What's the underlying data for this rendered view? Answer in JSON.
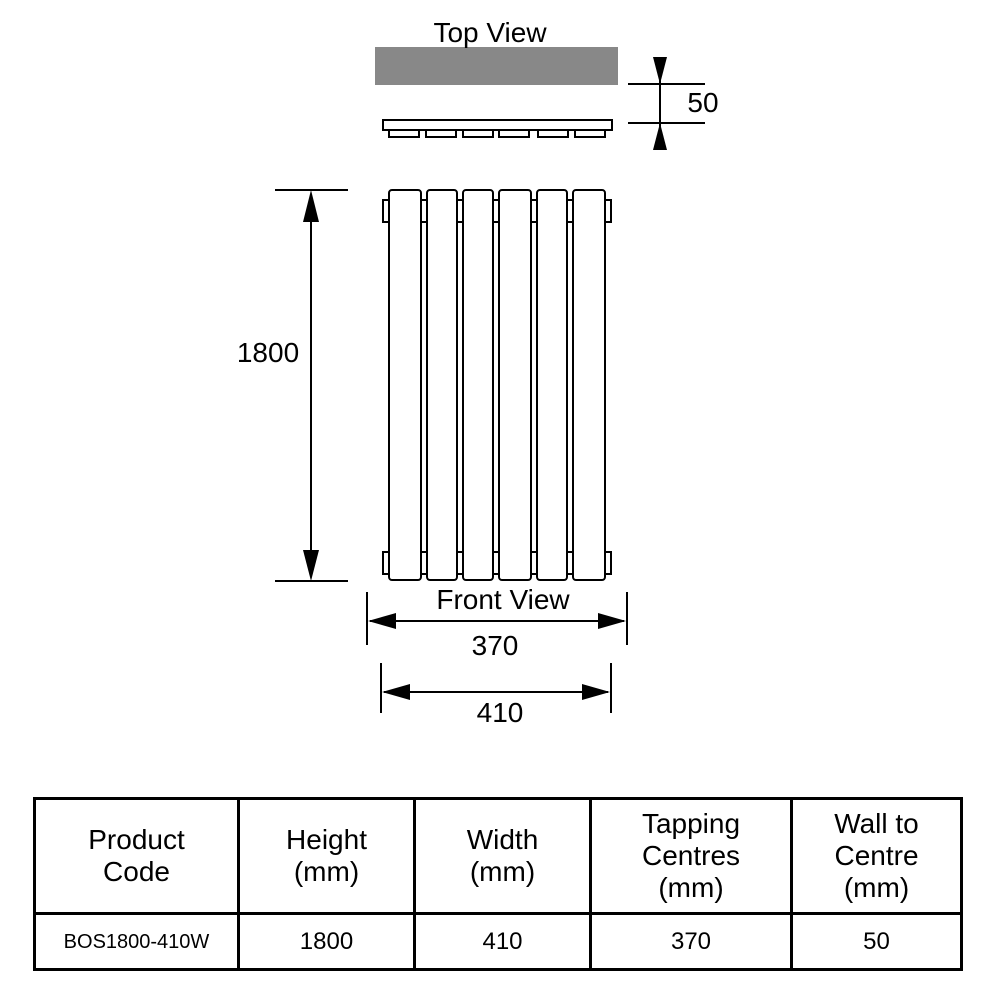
{
  "top_view_label": "Top View",
  "front_view_label": "Front View",
  "dimensions": {
    "depth": "50",
    "height": "1800",
    "tapping_centres": "370",
    "width": "410"
  },
  "table": {
    "headers": [
      {
        "line1": "Product",
        "line2": "Code",
        "line3": ""
      },
      {
        "line1": "Height",
        "line2": "(mm)",
        "line3": ""
      },
      {
        "line1": "Width",
        "line2": "(mm)",
        "line3": ""
      },
      {
        "line1": "Tapping",
        "line2": "Centres",
        "line3": "(mm)"
      },
      {
        "line1": "Wall to",
        "line2": "Centre",
        "line3": "(mm)"
      }
    ],
    "row": [
      "BOS1800-410W",
      "1800",
      "410",
      "370",
      "50"
    ]
  }
}
